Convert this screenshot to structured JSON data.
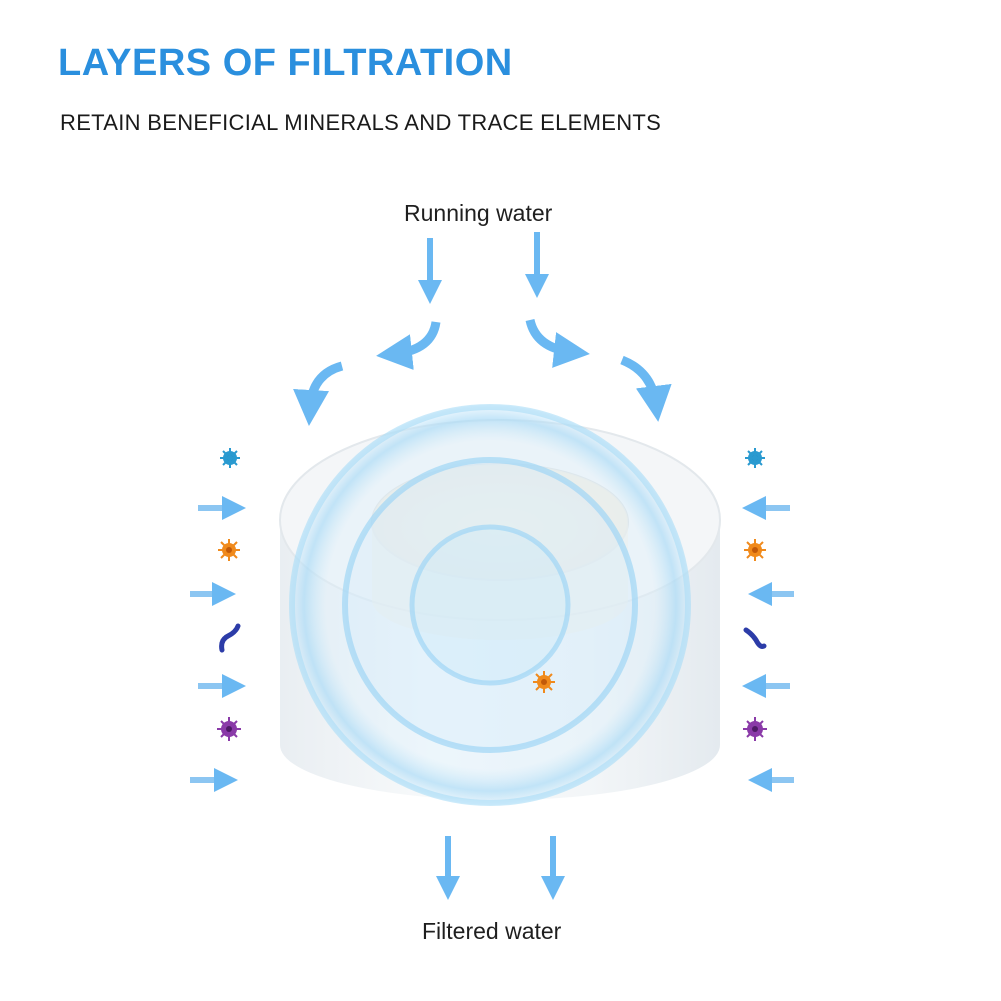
{
  "header": {
    "title": "LAYERS OF FILTRATION",
    "subtitle": "RETAIN BENEFICIAL MINERALS AND TRACE ELEMENTS"
  },
  "diagram": {
    "input_label": "Running water",
    "output_label": "Filtered water"
  },
  "icons": {
    "flow_arrows": "arrow-icon",
    "contaminants": [
      "bacteria-icon",
      "virus-icon",
      "worm-icon",
      "germ-icon"
    ]
  },
  "colors": {
    "title": "#2a8fde",
    "arrow": "#6ab8f2",
    "glow": "#9fd6f5",
    "bacteria": "#2a9ad0",
    "virus": "#f08a1c",
    "worm": "#2c3ca8",
    "germ": "#8a3aa8"
  }
}
